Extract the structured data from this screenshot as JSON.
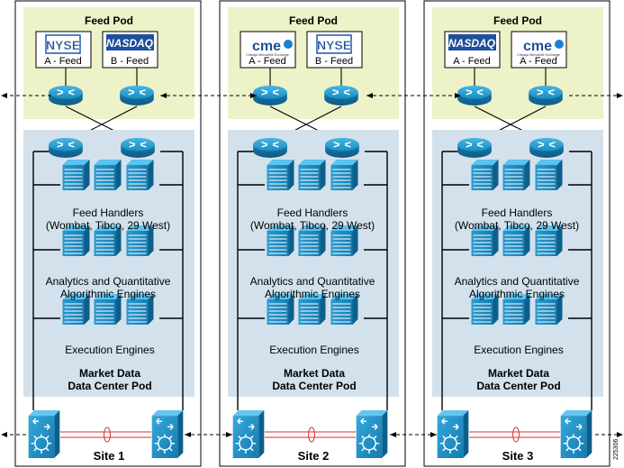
{
  "feed_pod_title": "Feed Pod",
  "pod_title_line1": "Market Data",
  "pod_title_line2": "Data Center Pod",
  "groups": {
    "feed_handlers_line1": "Feed Handlers",
    "feed_handlers_line2": "(Wombat, Tibco, 29 West)",
    "analytics_line1": "Analytics and Quantitative",
    "analytics_line2": "Algorithmic Engines",
    "execution": "Execution Engines"
  },
  "sites": [
    {
      "label": "Site 1",
      "feeds": [
        {
          "logo": "NYSE",
          "caption": "A - Feed",
          "logo_tagline": ""
        },
        {
          "logo": "NASDAQ",
          "caption": "B - Feed",
          "logo_tagline": ""
        }
      ]
    },
    {
      "label": "Site 2",
      "feeds": [
        {
          "logo": "cme",
          "caption": "A - Feed",
          "logo_tagline": "Chicago Mercantile Exchange"
        },
        {
          "logo": "NYSE",
          "caption": "B - Feed",
          "logo_tagline": ""
        }
      ]
    },
    {
      "label": "Site 3",
      "feeds": [
        {
          "logo": "NASDAQ",
          "caption": "A - Feed",
          "logo_tagline": ""
        },
        {
          "logo": "cme",
          "caption": "A - Feed",
          "logo_tagline": "Chicago Mercantile Exchange"
        }
      ]
    }
  ],
  "figure_id": "225306",
  "colors": {
    "feed_pod_bg": "#eef2c8",
    "dc_pod_bg": "#d3e1ec",
    "device_blue": "#1c8fc4",
    "logo_blue": "#1f4f9c",
    "redundancy_red": "#d9302e"
  }
}
